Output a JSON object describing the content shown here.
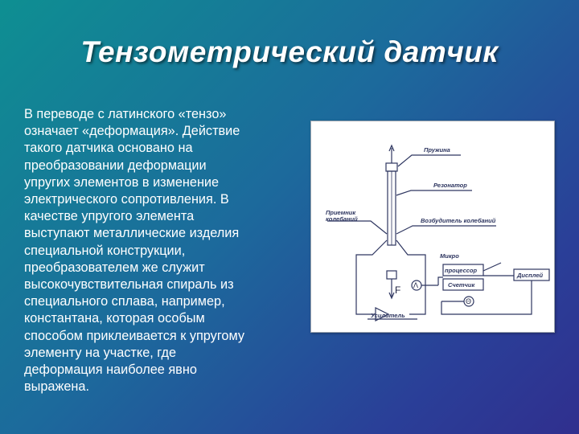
{
  "title": "Тензометрический датчик",
  "body_lines": [
    "В переводе с латинского «тензо»",
    "означает «деформация». Действие",
    "такого датчика основано на",
    "преобразовании деформации",
    "упругих элементов в изменение",
    "электрического сопротивления. В",
    "качестве упругого элемента",
    "выступают металлические изделия",
    "специальной конструкции,",
    "преобразователем же служит",
    "высокочувствительная спираль из",
    "специального сплава, например,",
    "константана, которая особым",
    "способом приклеивается к упругому",
    "элементу на участке, где",
    "деформация наиболее явно",
    "выражена."
  ],
  "diagram": {
    "labels": {
      "spring": "Пружина",
      "resonator": "Резонатор",
      "receiver_line1": "Приемник",
      "receiver_line2": "колебаний",
      "exciter": "Возбудитель колебаний",
      "micro_line1": "Микро",
      "micro_line2": "процессор",
      "counter": "Счетчик",
      "display": "Дисплей",
      "amplifier": "Усилитель",
      "force": "F"
    },
    "meter_symbols": {
      "lambda": "Λ",
      "theta": "Θ"
    }
  },
  "colors": {
    "background_start": "#0e8f92",
    "background_end": "#302f8e",
    "text": "#ffffff",
    "diagram_ink": "#2e3660"
  }
}
